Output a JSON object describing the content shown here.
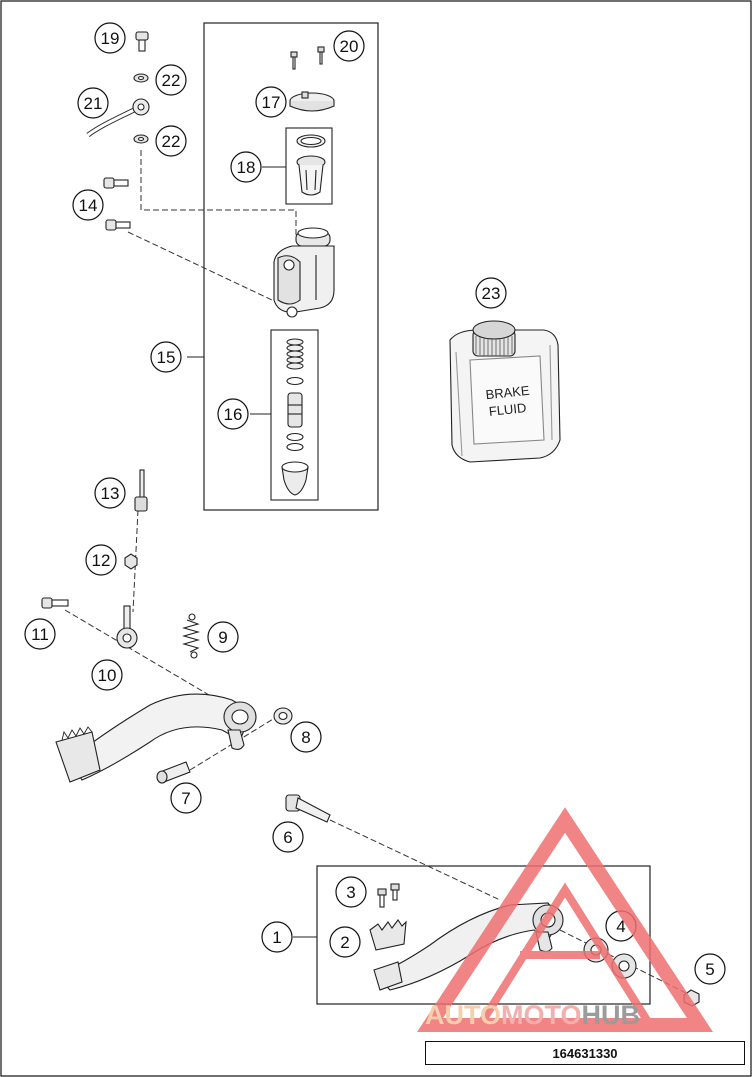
{
  "diagram": {
    "callouts": [
      "1",
      "2",
      "3",
      "4",
      "5",
      "6",
      "7",
      "8",
      "9",
      "10",
      "11",
      "12",
      "13",
      "14",
      "15",
      "16",
      "17",
      "18",
      "19",
      "20",
      "21",
      "22",
      "22",
      "23"
    ],
    "bottle_label_line1": "BRAKE",
    "bottle_label_line2": "FLUID",
    "drawing_id": "164631330"
  },
  "watermark": {
    "part1": "AUTO",
    "part2": "MOTO",
    "part3": "HUB",
    "colors": {
      "auto": "#f5c6a0",
      "moto": "#f2a0a0",
      "hub": "#8a8a8a",
      "triangle": "#ef6f6f"
    }
  }
}
